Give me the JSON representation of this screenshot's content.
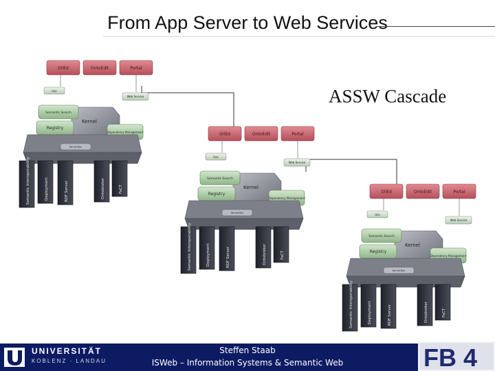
{
  "title": "From App Server to Web Services",
  "cascade_label": "ASSW Cascade",
  "diagram": {
    "top_boxes": [
      "OilEd",
      "OntoEdit",
      "Portal"
    ],
    "small_left": "Use",
    "small_right": "Web Service",
    "semantic_box": "Semantic Search",
    "kernel": "Kernel",
    "registry": "Registry",
    "dependency": "Dependency Management",
    "module_bar": "Kernel-Bar",
    "columns": [
      "Semantic Interoperability",
      "Deployment",
      "RDF Server",
      "Ontobroker",
      "FaCT"
    ]
  },
  "footer": {
    "university": "UNIVERSITÄT",
    "campus": "KOBLENZ · LANDAU",
    "author": "Steffen Staab",
    "subtitle": "ISWeb – Information Systems & Semantic Web",
    "fb_logo": "FB 4"
  },
  "colors": {
    "footer_bg": "#0d1b63",
    "box_red": "#c8606a",
    "box_green": "#a9c9a0",
    "kernel_gray": "#8d9098",
    "column_dark": "#2e3038"
  }
}
